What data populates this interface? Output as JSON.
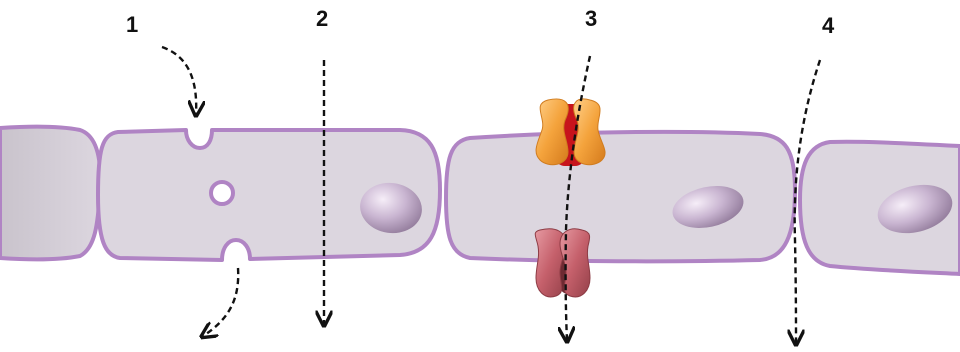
{
  "labels": {
    "route_1": "1",
    "route_2": "2",
    "route_3": "3",
    "route_4": "4"
  },
  "colors": {
    "cell_fill": "#dcd6df",
    "cell_outline": "#b084c4",
    "nucleus": "#c7b3cf",
    "transporter_top": "#f1a445",
    "transporter_top_core": "#d8202a",
    "transporter_bottom": "#c5626c",
    "arrow": "#111111"
  },
  "icons": {
    "pathway_arrow": "dashed-arrow",
    "endocytic_vesicle": "circle-vesicle",
    "membrane_channel": "protein-transporter"
  }
}
